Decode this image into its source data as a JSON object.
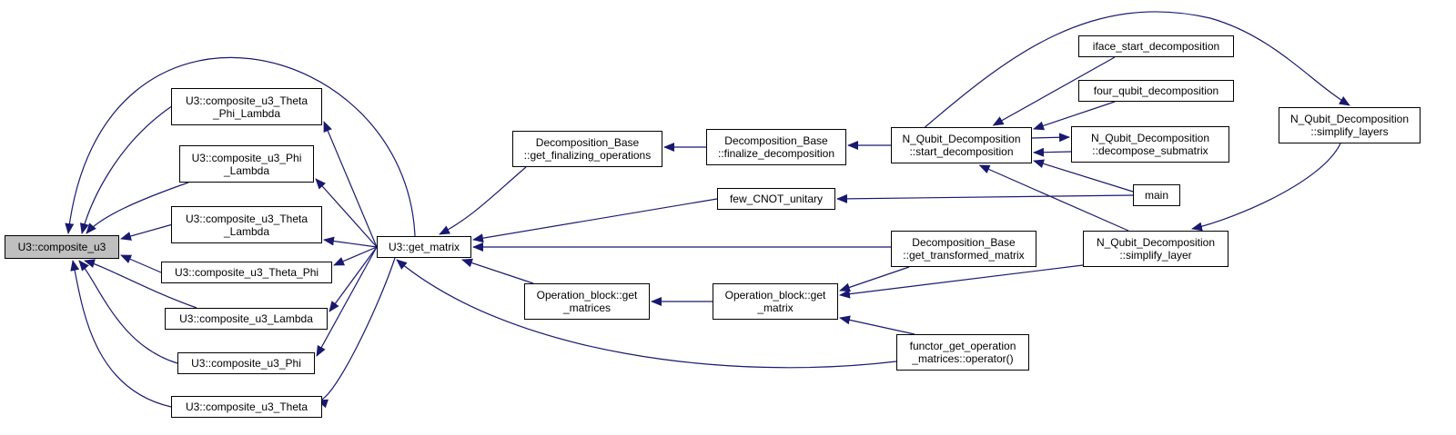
{
  "graph": {
    "edge_color": "#191970",
    "root_fill": "#bfbfbf",
    "nodes": [
      {
        "id": "composite_u3",
        "label": "U3::composite_u3",
        "root": true
      },
      {
        "id": "cu3_tpl",
        "label": "U3::composite_u3_Theta\n_Phi_Lambda"
      },
      {
        "id": "cu3_pl",
        "label": "U3::composite_u3_Phi\n_Lambda"
      },
      {
        "id": "cu3_tl",
        "label": "U3::composite_u3_Theta\n_Lambda"
      },
      {
        "id": "cu3_tp",
        "label": "U3::composite_u3_Theta_Phi"
      },
      {
        "id": "cu3_l",
        "label": "U3::composite_u3_Lambda"
      },
      {
        "id": "cu3_p",
        "label": "U3::composite_u3_Phi"
      },
      {
        "id": "cu3_t",
        "label": "U3::composite_u3_Theta"
      },
      {
        "id": "get_matrix",
        "label": "U3::get_matrix"
      },
      {
        "id": "db_gfo",
        "label": "Decomposition_Base\n::get_finalizing_operations"
      },
      {
        "id": "db_fd",
        "label": "Decomposition_Base\n::finalize_decomposition"
      },
      {
        "id": "nqd_sd",
        "label": "N_Qubit_Decomposition\n::start_decomposition"
      },
      {
        "id": "iface",
        "label": "iface_start_decomposition"
      },
      {
        "id": "fqd",
        "label": "four_qubit_decomposition"
      },
      {
        "id": "nqd_ds",
        "label": "N_Qubit_Decomposition\n::decompose_submatrix"
      },
      {
        "id": "main",
        "label": "main"
      },
      {
        "id": "nqd_sls",
        "label": "N_Qubit_Decomposition\n::simplify_layers"
      },
      {
        "id": "few_cnot",
        "label": "few_CNOT_unitary"
      },
      {
        "id": "db_gtm",
        "label": "Decomposition_Base\n::get_transformed_matrix"
      },
      {
        "id": "nqd_sl",
        "label": "N_Qubit_Decomposition\n::simplify_layer"
      },
      {
        "id": "ob_gms",
        "label": "Operation_block::get\n_matrices"
      },
      {
        "id": "ob_gm",
        "label": "Operation_block::get\n_matrix"
      },
      {
        "id": "functor",
        "label": "functor_get_operation\n_matrices::operator()"
      }
    ],
    "edges": [
      {
        "from": "cu3_tpl",
        "to": "composite_u3"
      },
      {
        "from": "cu3_pl",
        "to": "composite_u3"
      },
      {
        "from": "cu3_tl",
        "to": "composite_u3"
      },
      {
        "from": "cu3_tp",
        "to": "composite_u3"
      },
      {
        "from": "cu3_l",
        "to": "composite_u3"
      },
      {
        "from": "cu3_p",
        "to": "composite_u3"
      },
      {
        "from": "cu3_t",
        "to": "composite_u3"
      },
      {
        "from": "get_matrix",
        "to": "composite_u3"
      },
      {
        "from": "get_matrix",
        "to": "cu3_tpl"
      },
      {
        "from": "get_matrix",
        "to": "cu3_pl"
      },
      {
        "from": "get_matrix",
        "to": "cu3_tl"
      },
      {
        "from": "get_matrix",
        "to": "cu3_tp"
      },
      {
        "from": "get_matrix",
        "to": "cu3_l"
      },
      {
        "from": "get_matrix",
        "to": "cu3_p"
      },
      {
        "from": "get_matrix",
        "to": "cu3_t"
      },
      {
        "from": "db_gfo",
        "to": "get_matrix"
      },
      {
        "from": "few_cnot",
        "to": "get_matrix"
      },
      {
        "from": "db_gtm",
        "to": "get_matrix"
      },
      {
        "from": "ob_gms",
        "to": "get_matrix"
      },
      {
        "from": "functor",
        "to": "get_matrix"
      },
      {
        "from": "db_fd",
        "to": "db_gfo"
      },
      {
        "from": "nqd_sd",
        "to": "db_fd"
      },
      {
        "from": "iface",
        "to": "nqd_sd"
      },
      {
        "from": "fqd",
        "to": "nqd_sd"
      },
      {
        "from": "nqd_ds",
        "to": "nqd_sd"
      },
      {
        "from": "nqd_sd",
        "to": "nqd_ds"
      },
      {
        "from": "main",
        "to": "nqd_sd"
      },
      {
        "from": "nqd_sl",
        "to": "nqd_sd"
      },
      {
        "from": "nqd_sd",
        "to": "nqd_sls"
      },
      {
        "from": "main",
        "to": "few_cnot"
      },
      {
        "from": "nqd_sls",
        "to": "nqd_sl"
      },
      {
        "from": "ob_gm",
        "to": "ob_gms"
      },
      {
        "from": "db_gtm",
        "to": "ob_gm"
      },
      {
        "from": "nqd_sl",
        "to": "ob_gm"
      },
      {
        "from": "functor",
        "to": "ob_gm"
      }
    ]
  }
}
